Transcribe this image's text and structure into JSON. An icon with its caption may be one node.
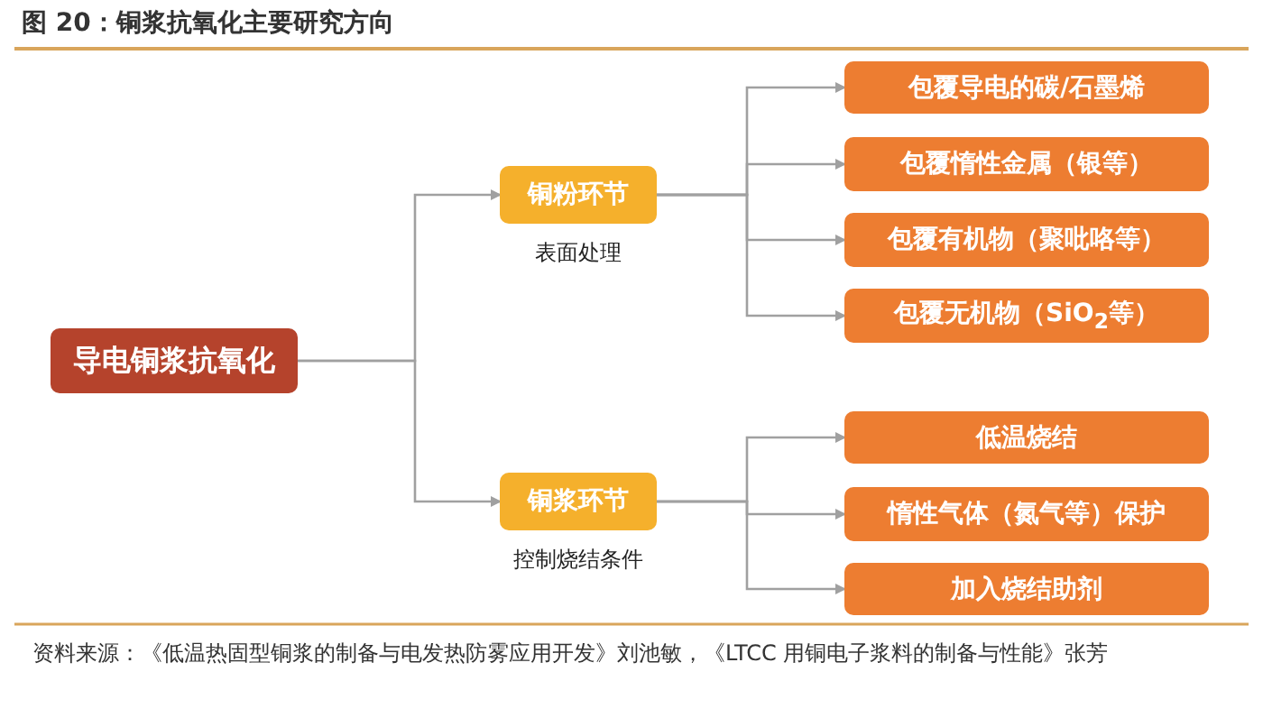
{
  "diagram": {
    "title": "图 20：铜浆抗氧化主要研究方向",
    "nodes": [
      {
        "text": [
          "导电铜浆抗氧化"
        ]
      },
      {
        "text": [
          "铜粉环节"
        ],
        "beside": [
          "表面处理"
        ]
      },
      {
        "text": [
          "铜浆环节"
        ],
        "beside": [
          "控制烧结条件"
        ]
      },
      {
        "text": [
          "包覆导电的碳/石墨烯"
        ]
      },
      {
        "text": [
          "包覆惰性金属（银等）"
        ]
      },
      {
        "text": [
          "包覆有机物（聚吡咯等）"
        ]
      },
      {
        "text": [
          "包覆无机物（SiO$_{2}$等）"
        ]
      },
      {
        "text": [
          "低温烧结"
        ]
      },
      {
        "text": [
          "惰性气体（氮气等）保护"
        ]
      },
      {
        "text": [
          "加入烧结助剂"
        ]
      }
    ],
    "edges": [
      {
        "from": 0,
        "to": 1,
        "arrow": "to"
      },
      {
        "from": 0,
        "to": 2,
        "arrow": "to"
      },
      {
        "from": 1,
        "to": 3,
        "arrow": "to"
      },
      {
        "from": 1,
        "to": 4,
        "arrow": "to"
      },
      {
        "from": 1,
        "to": 5,
        "arrow": "to"
      },
      {
        "from": 1,
        "to": 6,
        "arrow": "to"
      },
      {
        "from": 2,
        "to": 7,
        "arrow": "to"
      },
      {
        "from": 2,
        "to": 8,
        "arrow": "to"
      },
      {
        "from": 2,
        "to": 9,
        "arrow": "to"
      }
    ],
    "labels": [
      "资料来源：《低温热固型铜浆的制备与电发热防雾应用开发》刘池敏，《LTCC 用铜电子浆料的制备与性能》张芳"
    ]
  }
}
